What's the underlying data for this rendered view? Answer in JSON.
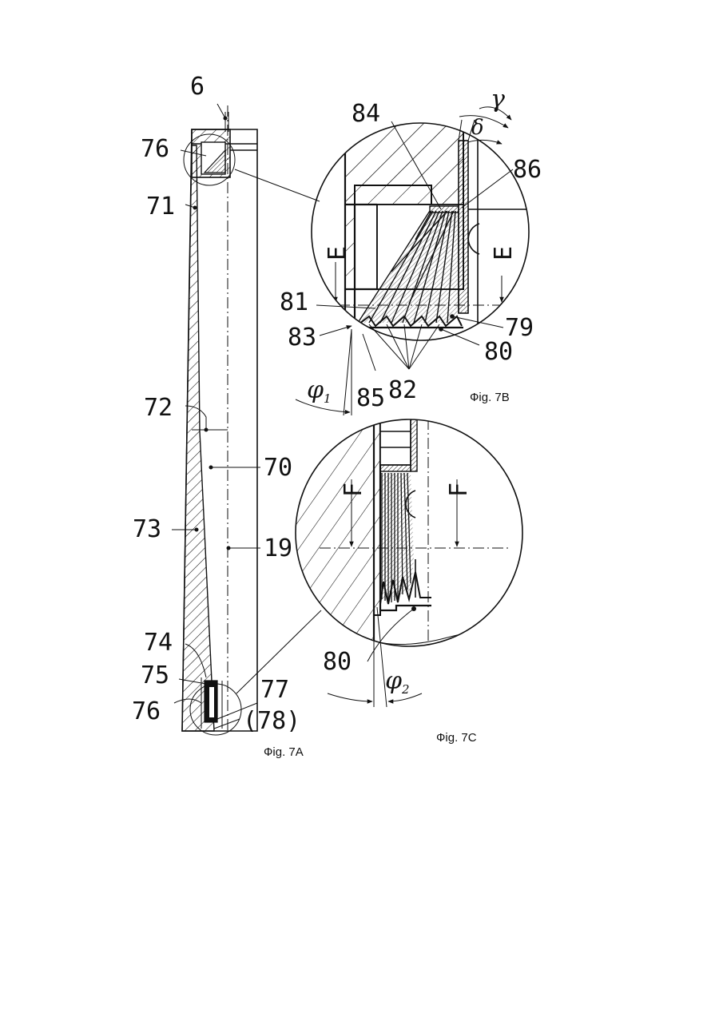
{
  "colors": {
    "ink": "#111111",
    "paper": "#ffffff"
  },
  "figures": {
    "fig_7a": {
      "caption": "Фig. 7A",
      "labels": {
        "l6": "6",
        "l76_top": "76",
        "l71": "71",
        "l72": "72",
        "l70": "70",
        "l73": "73",
        "l19": "19",
        "l74": "74",
        "l75": "75",
        "l76_bottom": "76",
        "l77": "77",
        "l78": "(78)"
      }
    },
    "fig_7b": {
      "caption": "Фig. 7B",
      "labels": {
        "l84": "84",
        "l86": "86",
        "l81": "81",
        "l79": "79",
        "l83": "83",
        "l80": "80",
        "l85": "85",
        "l82": "82",
        "gamma": "γ",
        "delta": "δ",
        "phi": "φ",
        "phi_sub": "1",
        "section_left": "E",
        "section_right": "E"
      }
    },
    "fig_7c": {
      "caption": "Фig. 7C",
      "labels": {
        "l80": "80",
        "phi": "φ",
        "phi_sub": "2",
        "section_left": "F",
        "section_right": "F"
      }
    }
  }
}
